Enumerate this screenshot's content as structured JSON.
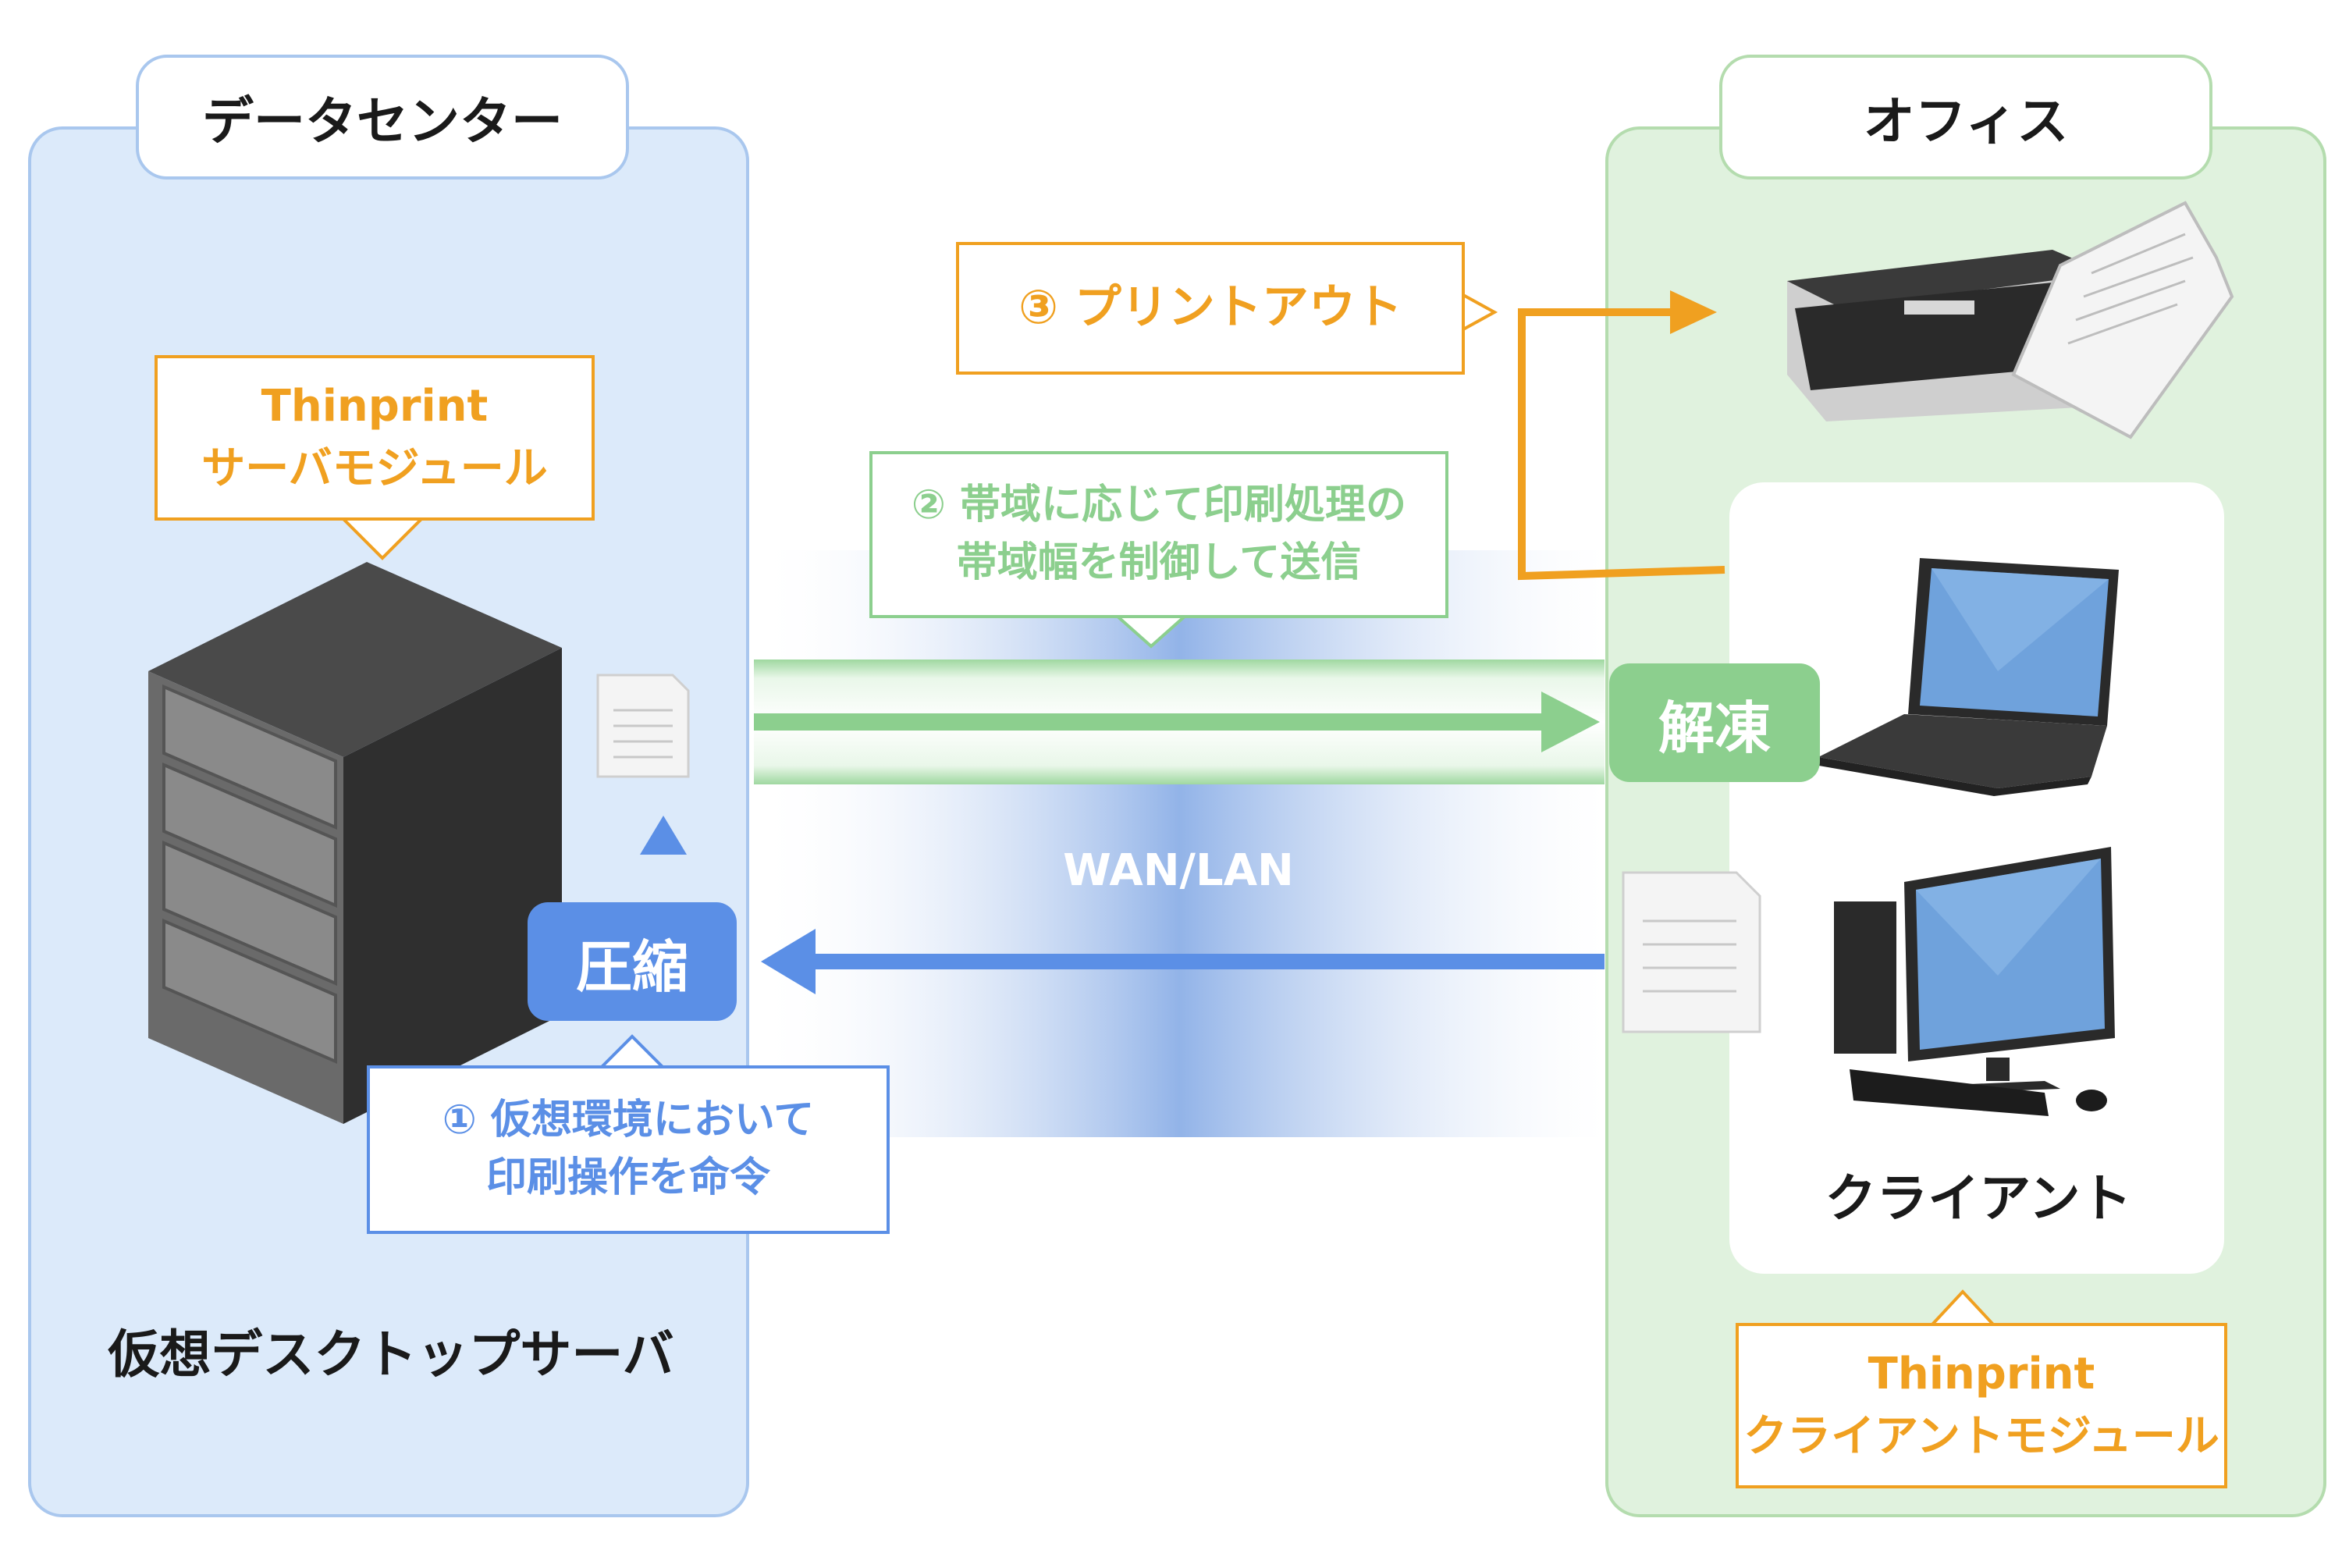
{
  "datacenter": {
    "title": "データセンター",
    "server_module": [
      "Thinprint",
      "サーバモジュール"
    ],
    "compress_label": "圧縮",
    "step1": [
      "① 仮想環境において",
      "印刷操作を命令"
    ],
    "server_label": "仮想デスクトップサーバ"
  },
  "office": {
    "title": "オフィス",
    "decompress_label": "解凍",
    "client_label": "クライアント",
    "client_module": [
      "Thinprint",
      "クライアントモジュール"
    ]
  },
  "network": {
    "label": "WAN/LAN",
    "step2": [
      "② 帯域に応じて印刷処理の",
      "帯域幅を制御して送信"
    ],
    "step3": "③ プリントアウト"
  },
  "colors": {
    "orange": "#f0a020",
    "green": "#8ccf8e",
    "blue": "#5b8fe6",
    "datacenter_bg": "#dceafa",
    "office_bg": "#e0f2de"
  },
  "icons": [
    "server-rack-icon",
    "document-icon",
    "printer-icon",
    "laptop-icon",
    "desktop-pc-icon"
  ]
}
